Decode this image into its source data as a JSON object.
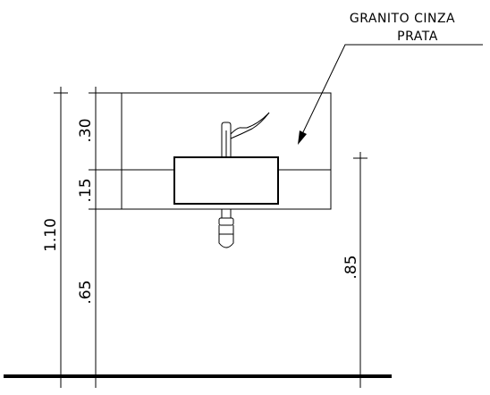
{
  "drawing": {
    "material_note": {
      "line1": "GRANITO  CINZA",
      "line2": "PRATA"
    },
    "dimensions": {
      "total_height": "1.10",
      "backsplash_height": ".30",
      "front_band_height": ".15",
      "base_height": ".65",
      "counter_height": ".85"
    }
  }
}
